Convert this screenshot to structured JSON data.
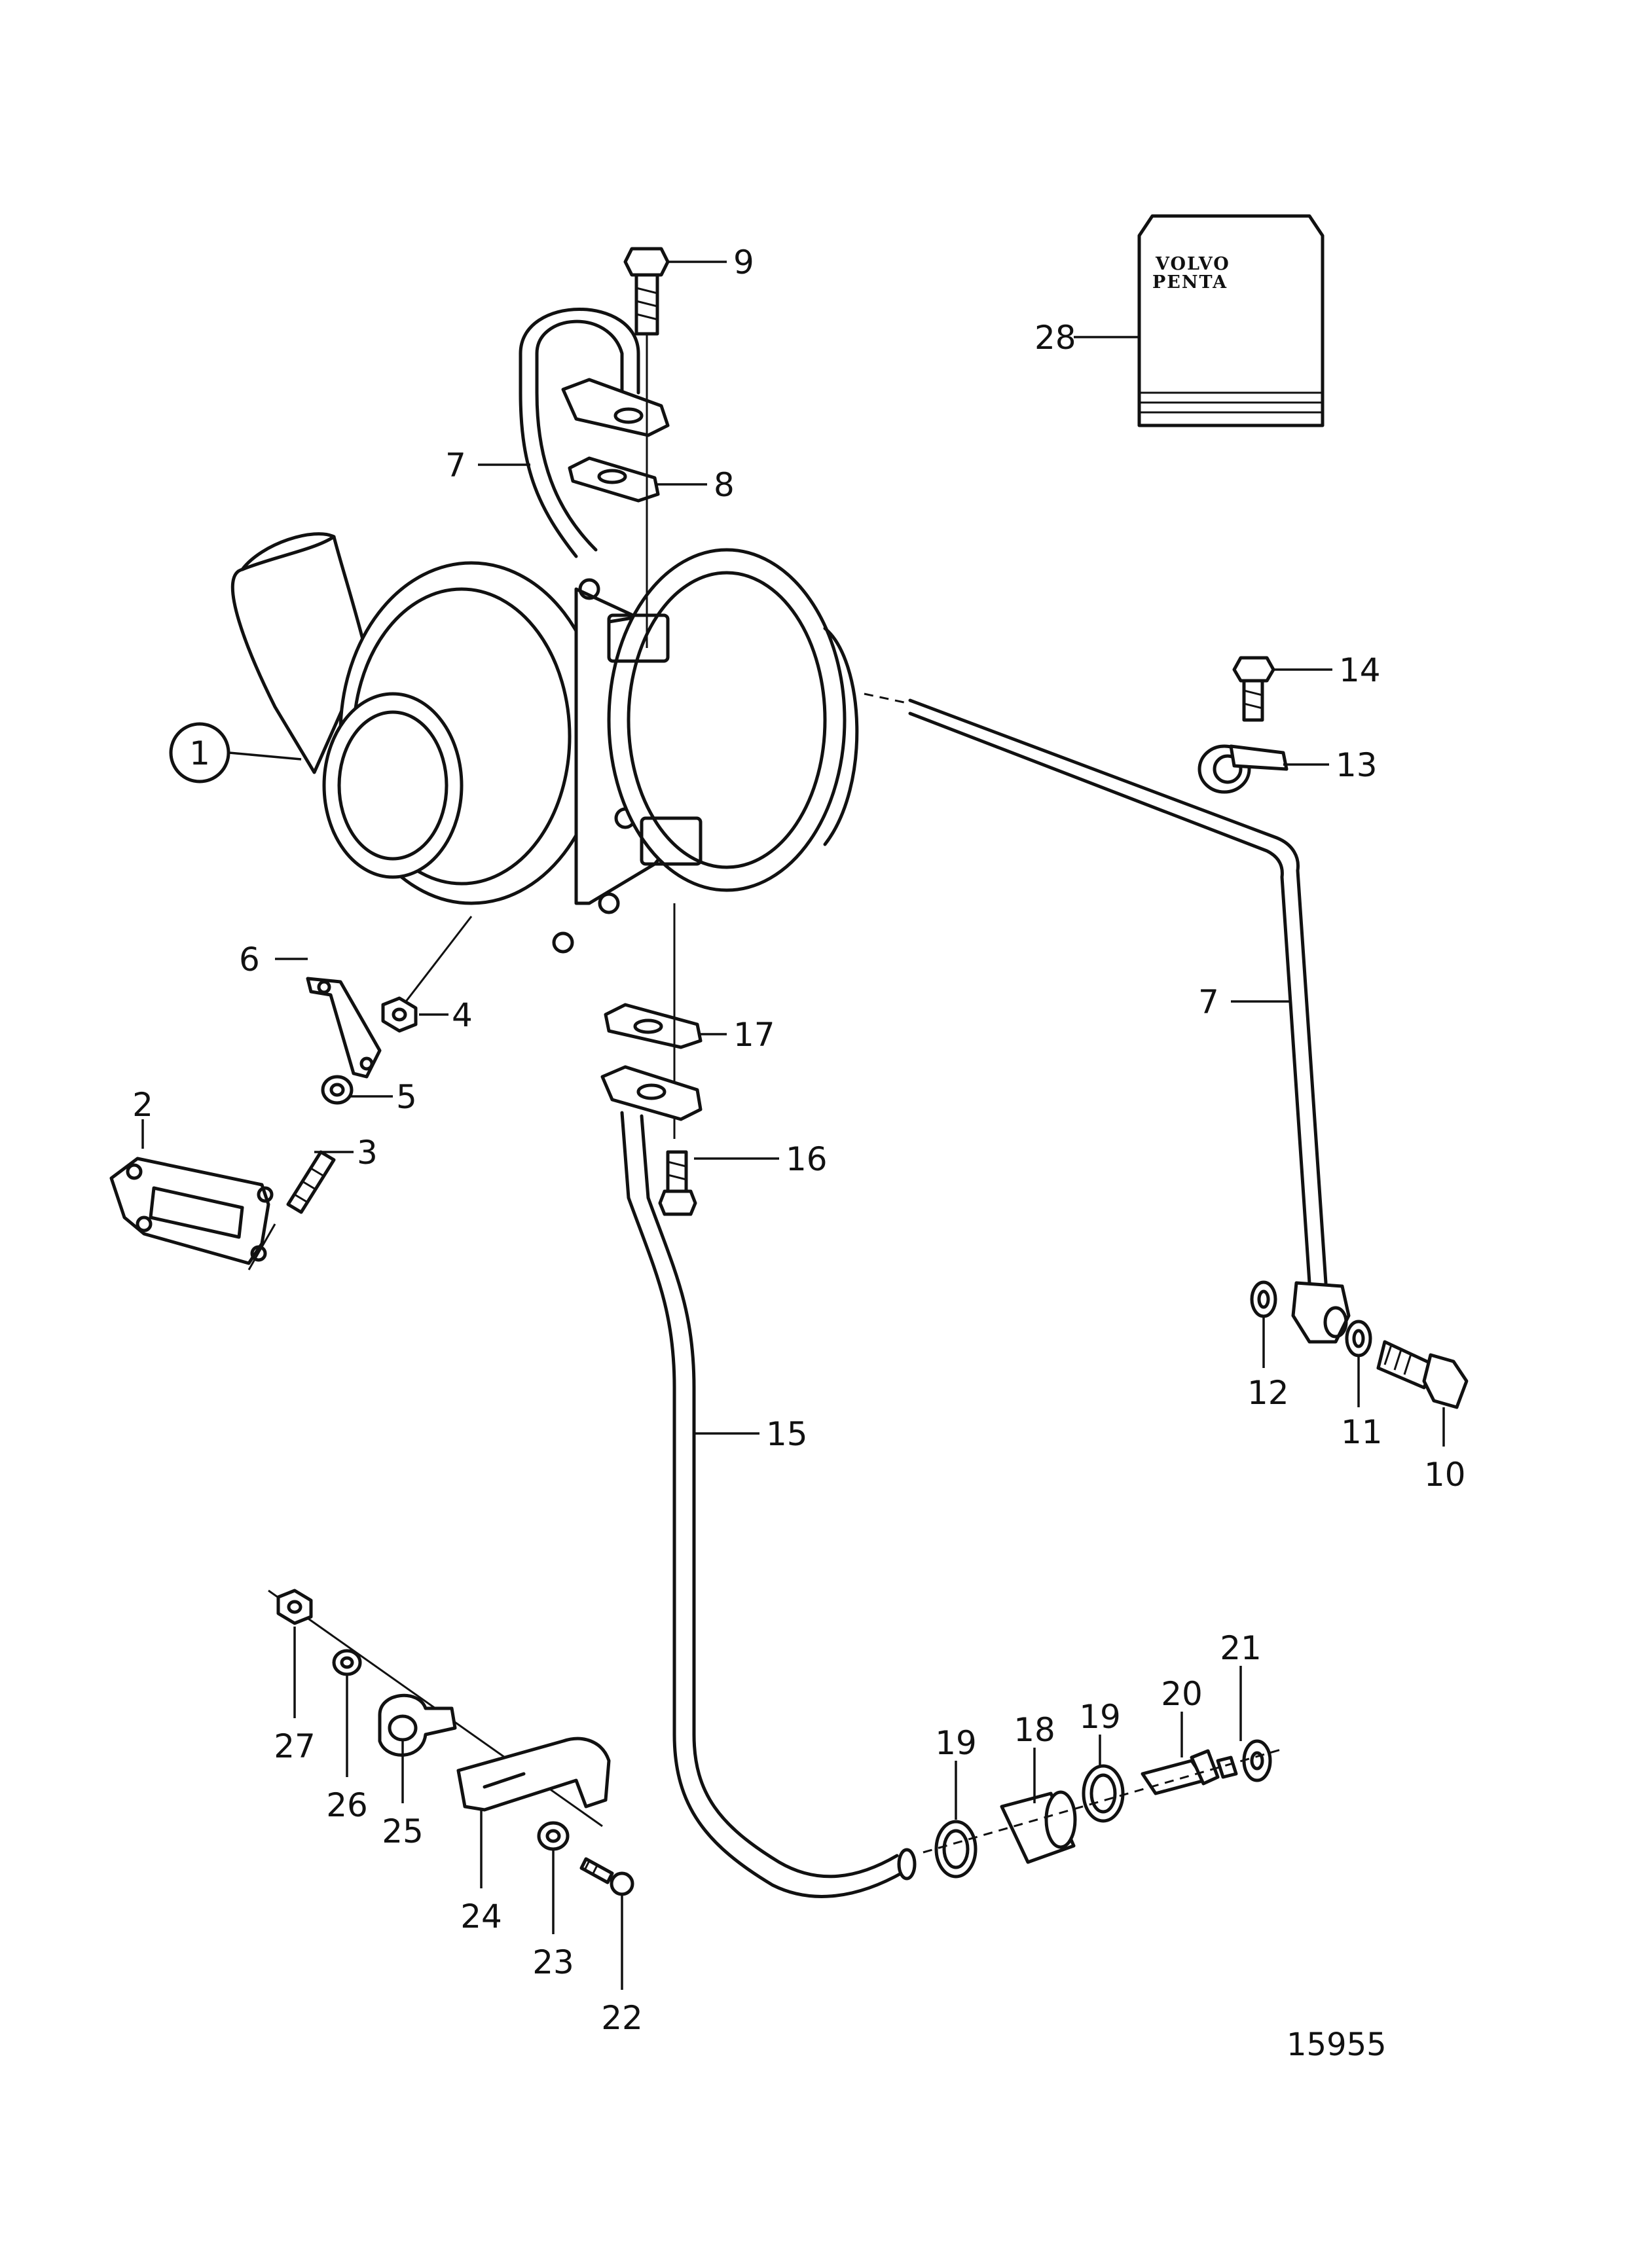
{
  "callouts": {
    "c1": "1",
    "c2": "2",
    "c3": "3",
    "c4": "4",
    "c5": "5",
    "c6": "6",
    "c7a": "7",
    "c7b": "7",
    "c8": "8",
    "c9": "9",
    "c10": "10",
    "c11": "11",
    "c12": "12",
    "c13": "13",
    "c14": "14",
    "c15": "15",
    "c16": "16",
    "c17": "17",
    "c18": "18",
    "c19a": "19",
    "c19b": "19",
    "c20": "20",
    "c21": "21",
    "c22": "22",
    "c23": "23",
    "c24": "24",
    "c25": "25",
    "c26": "26",
    "c27": "27",
    "c28": "28"
  },
  "manual_cover": {
    "brand_line1": "VOLVO",
    "brand_line2": "PENTA"
  },
  "figure_number": "15955"
}
